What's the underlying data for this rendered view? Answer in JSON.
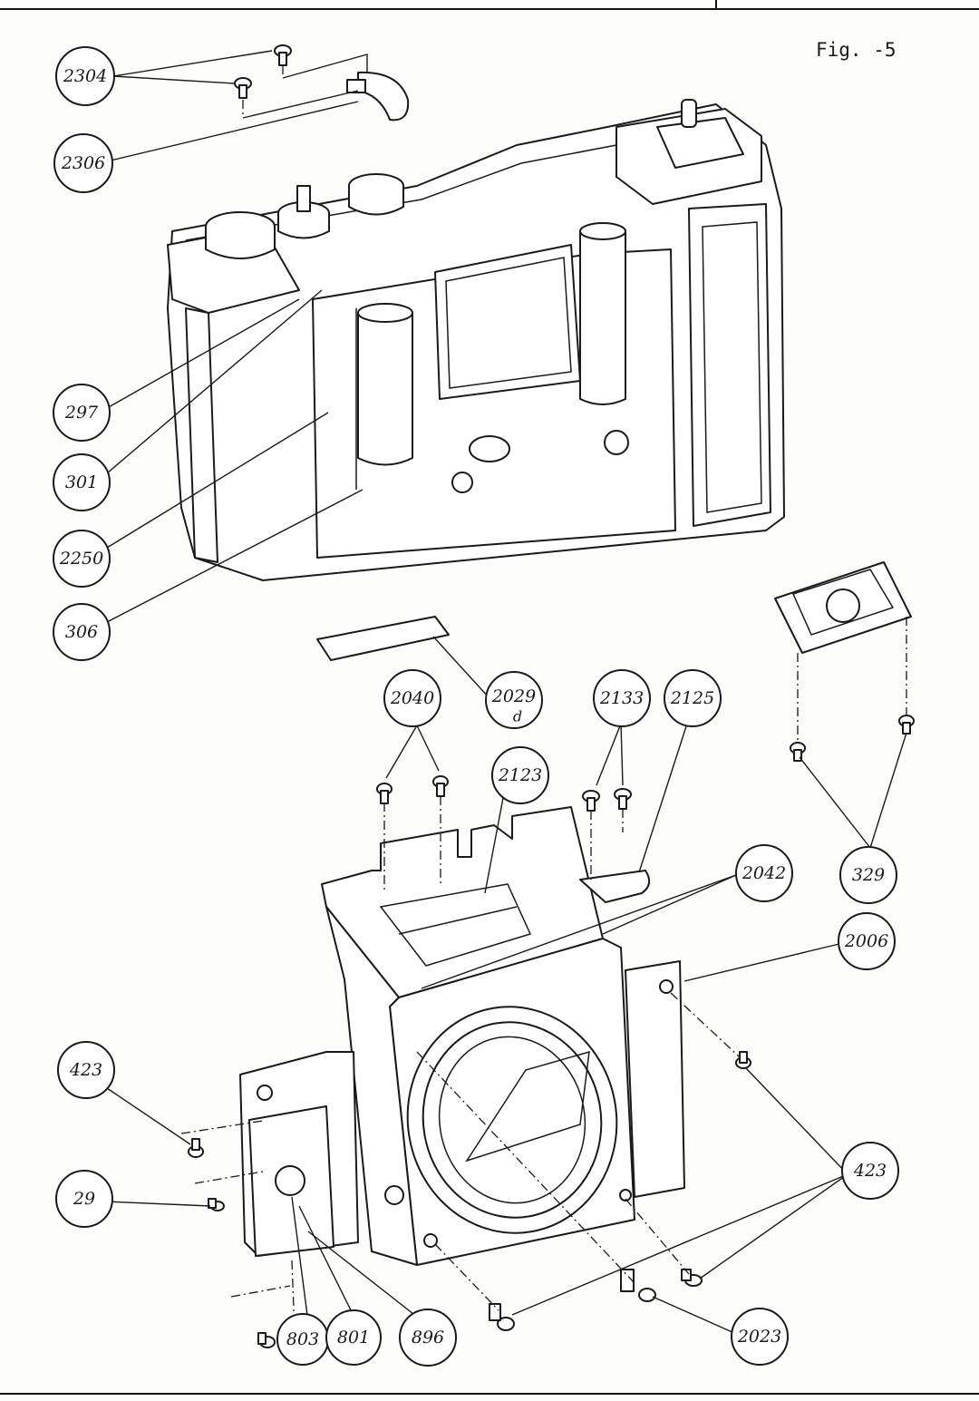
{
  "figure_label": "Fig. -5",
  "callouts": [
    {
      "label": "2304"
    },
    {
      "label": "2306"
    },
    {
      "label": "297"
    },
    {
      "label": "301"
    },
    {
      "label": "2250"
    },
    {
      "label": "306"
    },
    {
      "label": "2040"
    },
    {
      "label": "2029",
      "sub": "d"
    },
    {
      "label": "2133"
    },
    {
      "label": "2125"
    },
    {
      "label": "2123"
    },
    {
      "label": "2042"
    },
    {
      "label": "2006"
    },
    {
      "label": "329"
    },
    {
      "label": "423"
    },
    {
      "label": "423"
    },
    {
      "label": "29"
    },
    {
      "label": "803"
    },
    {
      "label": "801"
    },
    {
      "label": "896"
    },
    {
      "label": "2023"
    }
  ]
}
